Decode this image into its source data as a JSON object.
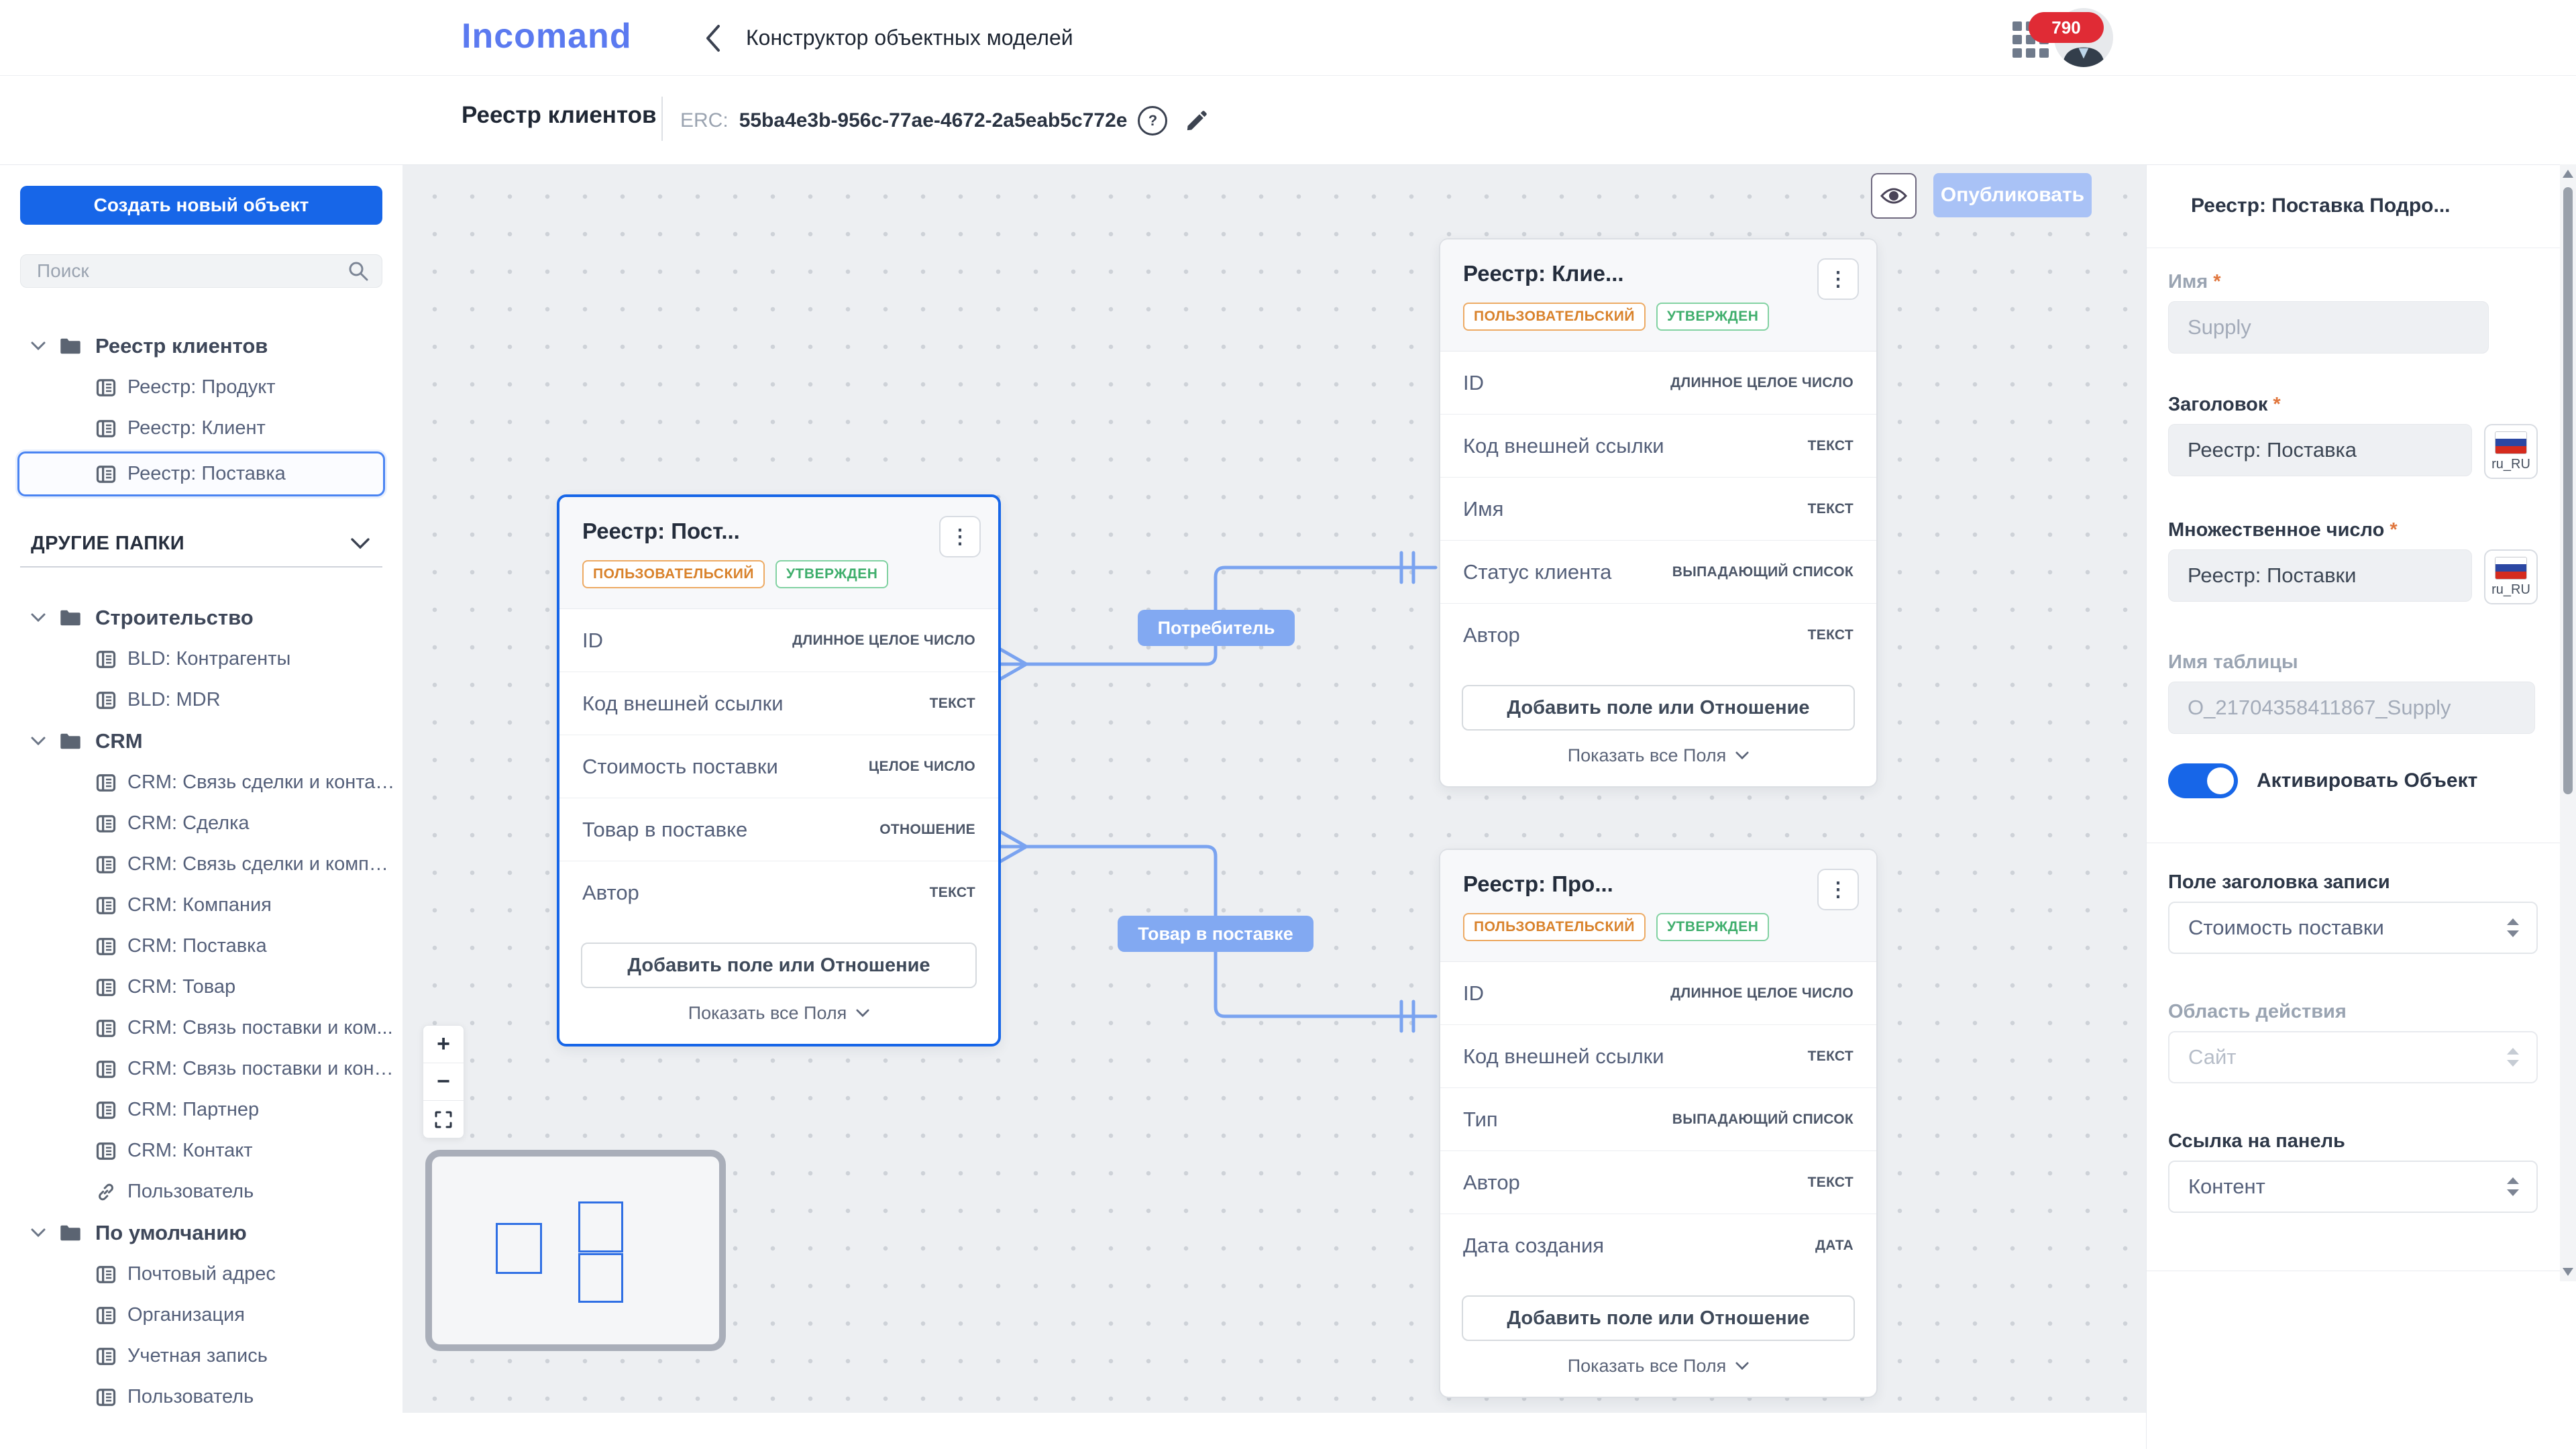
{
  "header": {
    "logo": "Incomand",
    "back_glyph": "‹",
    "page_title": "Конструктор объектных моделей",
    "notification_count": "790"
  },
  "toolbar": {
    "object_name": "Реестр клиентов",
    "erc_label": "ERC:",
    "erc_value": "55ba4e3b-956c-77ae-4672-2a5eab5c772e",
    "help_glyph": "?",
    "publish_label": "Опубликовать"
  },
  "sidebar": {
    "create_button": "Создать новый объект",
    "search_placeholder": "Поиск",
    "pinned_folder": {
      "label": "Реестр клиентов",
      "items": [
        "Реестр: Продукт",
        "Реестр: Клиент",
        "Реестр: Поставка"
      ]
    },
    "other_folders_label": "ДРУГИЕ ПАПКИ",
    "folders": [
      {
        "label": "Строительство",
        "items": [
          "BLD: Контрагенты",
          "BLD: MDR"
        ]
      },
      {
        "label": "CRM",
        "items": [
          "CRM: Связь сделки и контакта",
          "CRM: Сделка",
          "CRM: Связь сделки и компа...",
          "CRM: Компания",
          "CRM: Поставка",
          "CRM: Товар",
          "CRM: Связь поставки и ком...",
          "CRM: Связь поставки и конт...",
          "CRM: Партнер",
          "CRM: Контакт",
          "Пользователь"
        ]
      },
      {
        "label": "По умолчанию",
        "items": [
          "Почтовый адрес",
          "Организация",
          "Учетная запись",
          "Пользователь"
        ]
      }
    ],
    "selected_item": "Реестр: Поставка"
  },
  "canvas": {
    "zoom_in": "+",
    "zoom_out": "−",
    "kebab_glyph": "⋮",
    "relations": [
      {
        "label": "Потребитель"
      },
      {
        "label": "Товар в поставке"
      }
    ],
    "cards": [
      {
        "title": "Реестр: Пост...",
        "badge_user": "ПОЛЬЗОВАТЕЛЬСКИЙ",
        "badge_approved": "УТВЕРЖДЕН",
        "fields": [
          {
            "name": "ID",
            "type": "ДЛИННОЕ ЦЕЛОЕ ЧИСЛО"
          },
          {
            "name": "Код внешней ссылки",
            "type": "ТЕКСТ"
          },
          {
            "name": "Стоимость поставки",
            "type": "ЦЕЛОЕ ЧИСЛО"
          },
          {
            "name": "Товар в поставке",
            "type": "ОТНОШЕНИЕ"
          },
          {
            "name": "Автор",
            "type": "ТЕКСТ"
          }
        ],
        "add_button": "Добавить поле или Отношение",
        "show_all": "Показать все Поля"
      },
      {
        "title": "Реестр: Клие...",
        "badge_user": "ПОЛЬЗОВАТЕЛЬСКИЙ",
        "badge_approved": "УТВЕРЖДЕН",
        "fields": [
          {
            "name": "ID",
            "type": "ДЛИННОЕ ЦЕЛОЕ ЧИСЛО"
          },
          {
            "name": "Код внешней ссылки",
            "type": "ТЕКСТ"
          },
          {
            "name": "Имя",
            "type": "ТЕКСТ"
          },
          {
            "name": "Статус клиента",
            "type": "ВЫПАДАЮЩИЙ СПИСОК"
          },
          {
            "name": "Автор",
            "type": "ТЕКСТ"
          }
        ],
        "add_button": "Добавить поле или Отношение",
        "show_all": "Показать все Поля"
      },
      {
        "title": "Реестр: Про...",
        "badge_user": "ПОЛЬЗОВАТЕЛЬСКИЙ",
        "badge_approved": "УТВЕРЖДЕН",
        "fields": [
          {
            "name": "ID",
            "type": "ДЛИННОЕ ЦЕЛОЕ ЧИСЛО"
          },
          {
            "name": "Код внешней ссылки",
            "type": "ТЕКСТ"
          },
          {
            "name": "Тип",
            "type": "ВЫПАДАЮЩИЙ СПИСОК"
          },
          {
            "name": "Автор",
            "type": "ТЕКСТ"
          },
          {
            "name": "Дата создания",
            "type": "ДАТА"
          }
        ],
        "add_button": "Добавить поле или Отношение",
        "show_all": "Показать все Поля"
      }
    ]
  },
  "panel": {
    "title": "Реестр: Поставка Подро...",
    "required_mark": "*",
    "name_label": "Имя",
    "name_value": "Supply",
    "header_label": "Заголовок",
    "header_value": "Реестр: Поставка",
    "plural_label": "Множественное число",
    "plural_value": "Реестр: Поставки",
    "locale_code": "ru_RU",
    "table_label": "Имя таблицы",
    "table_value": "O_21704358411867_Supply",
    "activate_label": "Активировать Объект",
    "record_title_label": "Поле заголовка записи",
    "record_title_value": "Стоимость поставки",
    "scope_label": "Область действия",
    "scope_value": "Сайт",
    "panel_link_label": "Ссылка на панель",
    "panel_link_value": "Контент"
  },
  "colors": {
    "primary_blue": "#1766e8",
    "publish_disabled_blue": "#a9c2f6",
    "wire_blue": "#7aa3f0",
    "chip_blue": "#82a9f2",
    "badge_orange": "#d9822b",
    "badge_green": "#3fae6c",
    "notification_red": "#e02b35"
  }
}
